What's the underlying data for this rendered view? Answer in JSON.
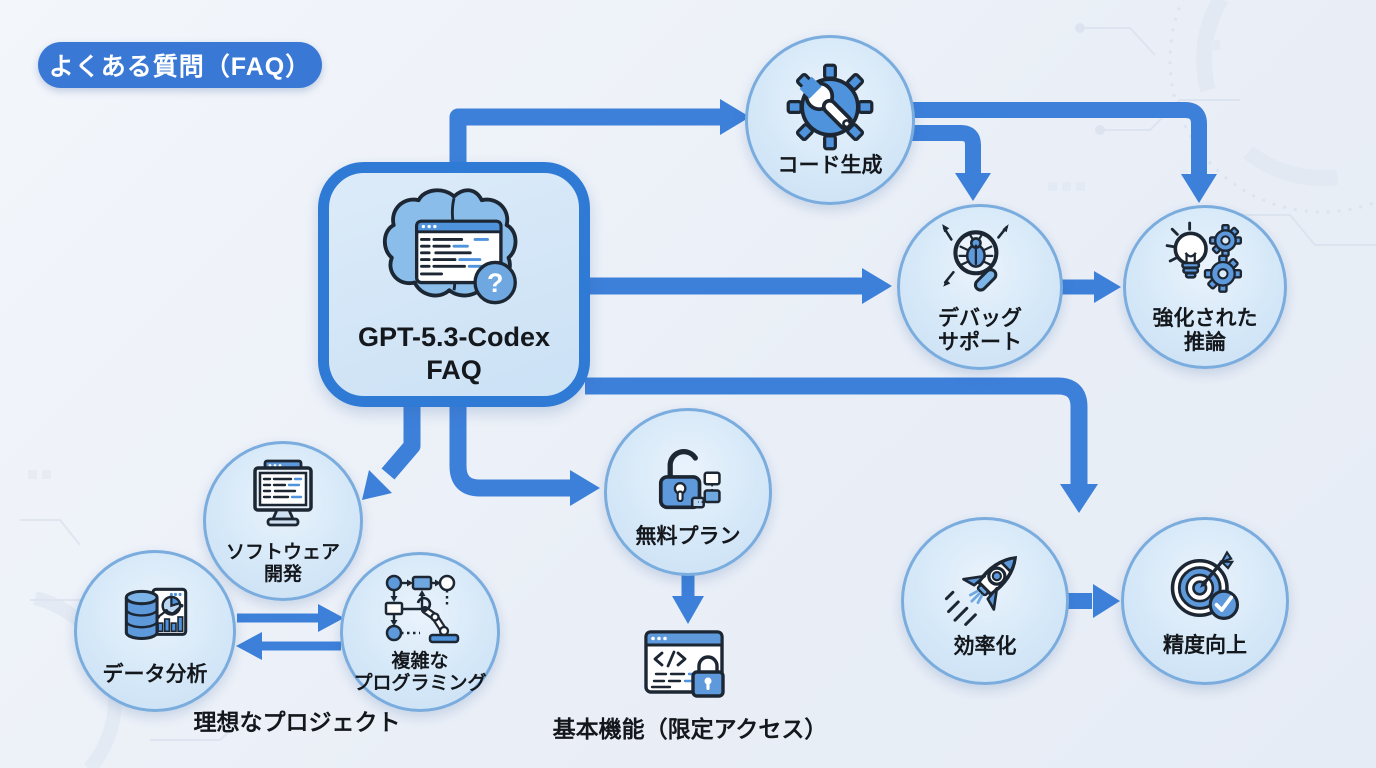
{
  "badge": {
    "label": "よくある質問（FAQ）"
  },
  "center_node": {
    "title_line1": "GPT-5.3-Codex",
    "title_line2": "FAQ",
    "icon": "brain-code-icon"
  },
  "nodes": {
    "code_generation": {
      "label": "コード生成",
      "icon": "gear-wrench-icon"
    },
    "debug_support": {
      "line1": "デバッグ",
      "line2": "サポート",
      "icon": "bug-magnifier-icon"
    },
    "enhanced_reasoning": {
      "line1": "強化された",
      "line2": "推論",
      "icon": "lightbulb-gears-icon"
    },
    "software_development": {
      "line1": "ソフトウェア",
      "line2": "開発",
      "icon": "monitor-code-icon"
    },
    "data_analysis": {
      "label": "データ分析",
      "icon": "database-chart-icon"
    },
    "complex_programming": {
      "line1": "複雑な",
      "line2": "プログラミング",
      "icon": "flowchart-robot-icon"
    },
    "free_plan": {
      "label": "無料プラン",
      "icon": "unlocked-padlock-icon"
    },
    "efficiency": {
      "label": "効率化",
      "icon": "rocket-icon"
    },
    "accuracy_improvement": {
      "label": "精度向上",
      "icon": "target-check-icon"
    }
  },
  "captions": {
    "ideal_project": "理想なプロジェクト",
    "basic_features": "基本機能（限定アクセス）"
  },
  "icon_glyphs": {
    "question_mark": "?"
  },
  "colors": {
    "badge_bg": "#3a78d6",
    "arrow": "#3d80da",
    "node_border": "#7aacde",
    "node_fill": "#d9eafa",
    "center_border": "#2e7ad4",
    "center_fill": "#d3e6f8",
    "icon_primary": "#4e93dc",
    "icon_secondary": "#8abdea",
    "outline_dark": "#1c2733",
    "text": "#14181d",
    "background": "#eef2f9"
  }
}
